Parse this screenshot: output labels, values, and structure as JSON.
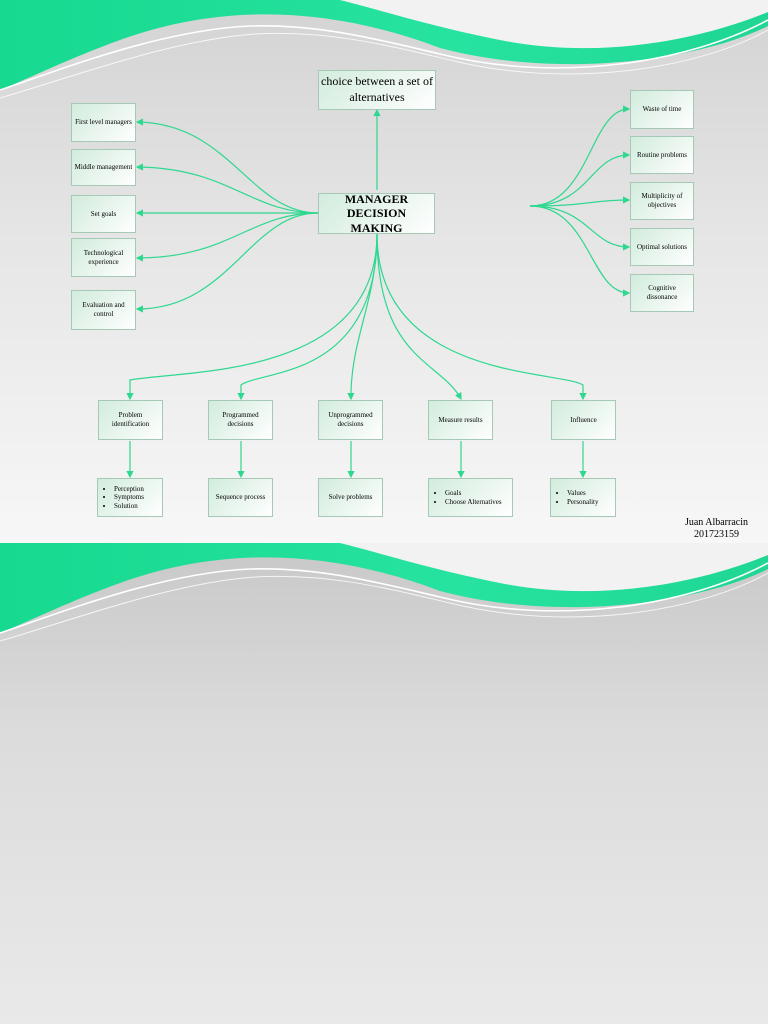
{
  "diagram": {
    "title": "choice between a set of alternatives",
    "center": "MANAGER DECISION MAKING",
    "left_nodes": [
      "First level managers",
      "Middle management",
      "Set goals",
      "Technological experience",
      "Evaluation and control"
    ],
    "right_nodes": [
      "Waste of time",
      "Routine problems",
      "Multiplicity of objectives",
      "Optimal solutions",
      "Cognitive dissonance"
    ],
    "bottom_nodes": [
      "Problem identification",
      "Programmed decisions",
      "Unprogrammed decisions",
      "Measure results",
      "Influence"
    ],
    "sub_nodes": {
      "problem": [
        "Perception",
        "Symptoms",
        "Solution"
      ],
      "programmed": "Sequence process",
      "unprogrammed": "Solve problems",
      "measure": [
        "Goals",
        "Choose Alternatives"
      ],
      "influence": [
        "Values",
        "Personality"
      ]
    },
    "author_name": "Juan Albarracin",
    "author_id": "201723159"
  },
  "colors": {
    "accent": "#1fe39b",
    "connector": "#2fd88f",
    "node_fill": "#d9f0e2"
  }
}
